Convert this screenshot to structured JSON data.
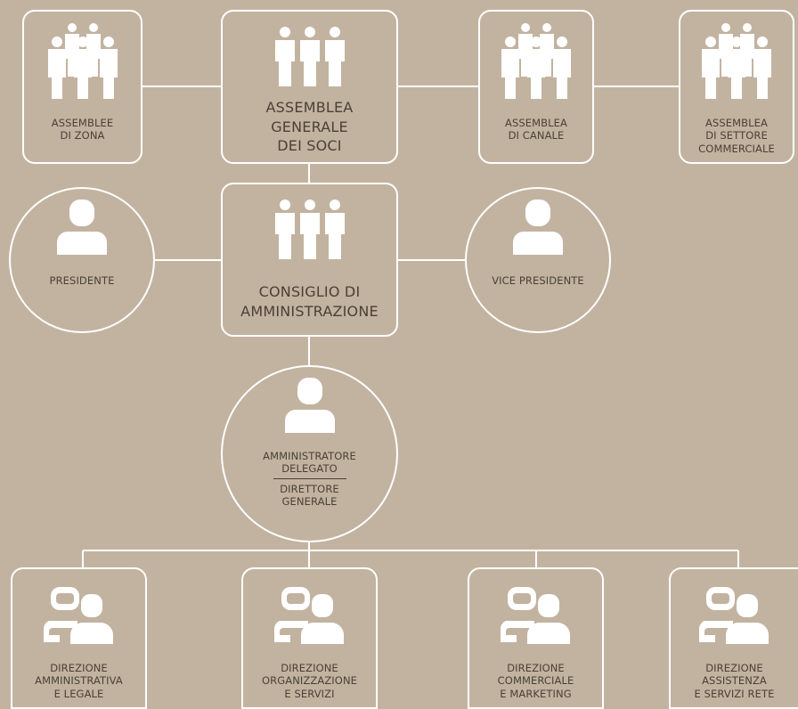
{
  "colors": {
    "background": "#c2b3a0",
    "stroke": "#ffffff",
    "text": "#4a4036"
  },
  "top_row": {
    "zona": {
      "lines": [
        "ASSEMBLEE",
        "DI ZONA"
      ],
      "icon": "group-people-icon"
    },
    "generale": {
      "lines": [
        "ASSEMBLEA",
        "GENERALE",
        "DEI SOCI"
      ],
      "icon": "three-people-icon"
    },
    "canale": {
      "lines": [
        "ASSEMBLEA",
        "DI CANALE"
      ],
      "icon": "group-people-icon"
    },
    "settore": {
      "lines": [
        "ASSEMBLEA",
        "DI SETTORE",
        "COMMERCIALE"
      ],
      "icon": "group-people-icon"
    }
  },
  "middle_row": {
    "presidente": {
      "lines": [
        "PRESIDENTE"
      ],
      "icon": "person-icon"
    },
    "consiglio": {
      "lines": [
        "CONSIGLIO DI",
        "AMMINISTRAZIONE"
      ],
      "icon": "three-people-icon"
    },
    "vice": {
      "lines": [
        "VICE PRESIDENTE"
      ],
      "icon": "person-icon"
    }
  },
  "ceo": {
    "role1": [
      "AMMINISTRATORE",
      "DELEGATO"
    ],
    "role2": [
      "DIRETTORE",
      "GENERALE"
    ],
    "icon": "person-icon"
  },
  "directions": [
    {
      "lines": [
        "DIREZIONE",
        "AMMINISTRATIVA",
        "E LEGALE"
      ],
      "icon": "two-people-icon"
    },
    {
      "lines": [
        "DIREZIONE",
        "ORGANIZZAZIONE",
        "E SERVIZI"
      ],
      "icon": "two-people-icon"
    },
    {
      "lines": [
        "DIREZIONE",
        "COMMERCIALE",
        "E MARKETING"
      ],
      "icon": "two-people-icon"
    },
    {
      "lines": [
        "DIREZIONE",
        "ASSISTENZA",
        "E SERVIZI RETE"
      ],
      "icon": "two-people-icon"
    }
  ]
}
